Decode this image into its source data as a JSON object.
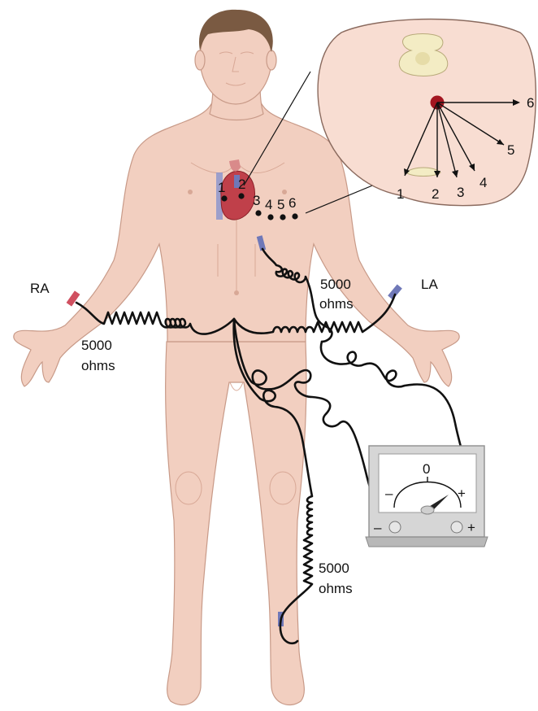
{
  "labels": {
    "ra": "RA",
    "la": "LA",
    "res_arm_right": [
      "5000",
      "ohms"
    ],
    "res_arm_left": [
      "5000",
      "ohms"
    ],
    "res_leg": [
      "5000",
      "ohms"
    ]
  },
  "chest_electrodes": [
    "1",
    "2",
    "3",
    "4",
    "5",
    "6"
  ],
  "inset_leads": [
    "1",
    "2",
    "3",
    "4",
    "5",
    "6"
  ],
  "meter": {
    "zero": "0",
    "minus": "–",
    "plus": "+",
    "terminal_minus": "–",
    "terminal_plus": "+"
  },
  "colors": {
    "skin": "#f2cfc0",
    "hair": "#7a5a42",
    "heart": "#c0404a",
    "electrode": "#6f78b8",
    "ra_electrode": "#d05060",
    "heart_dot": "#a31620",
    "meter_body": "#c8c8c8"
  }
}
